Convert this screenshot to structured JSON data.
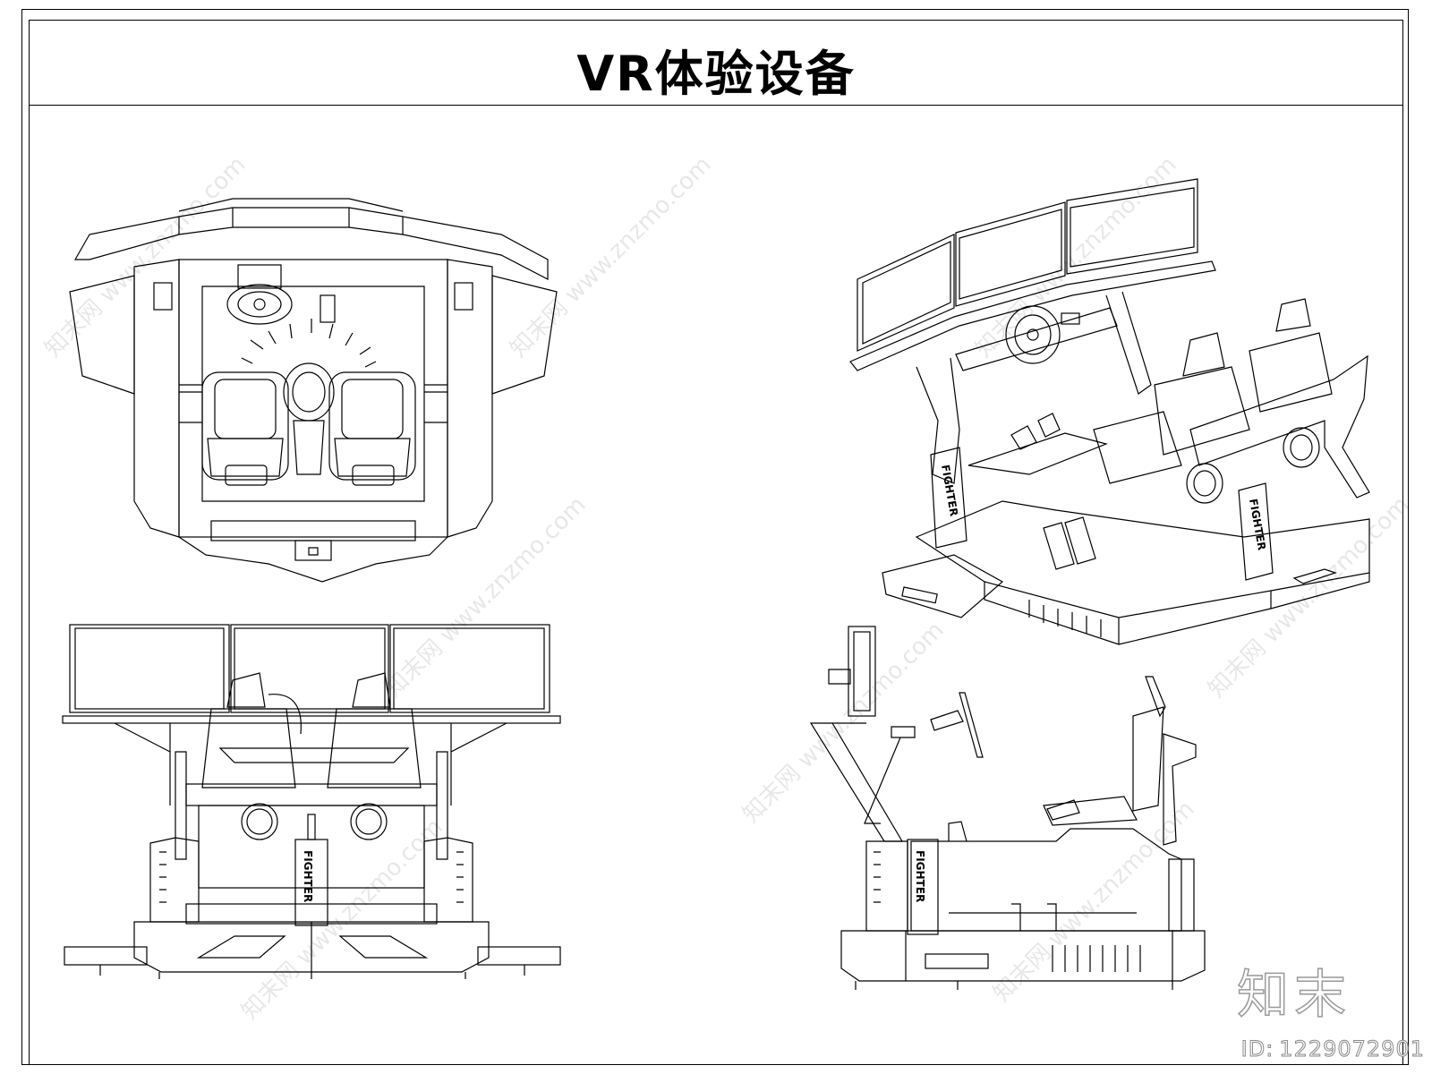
{
  "title": "VR体验设备",
  "watermark": {
    "site": "www.znzmo.com",
    "cn": "知末网"
  },
  "brand": "知末",
  "id_label": {
    "prefix": "ID:",
    "number": "1229072901"
  },
  "seat_label": "FIGHTER",
  "views": [
    "top-view",
    "front-view",
    "isometric-view",
    "side-view"
  ]
}
